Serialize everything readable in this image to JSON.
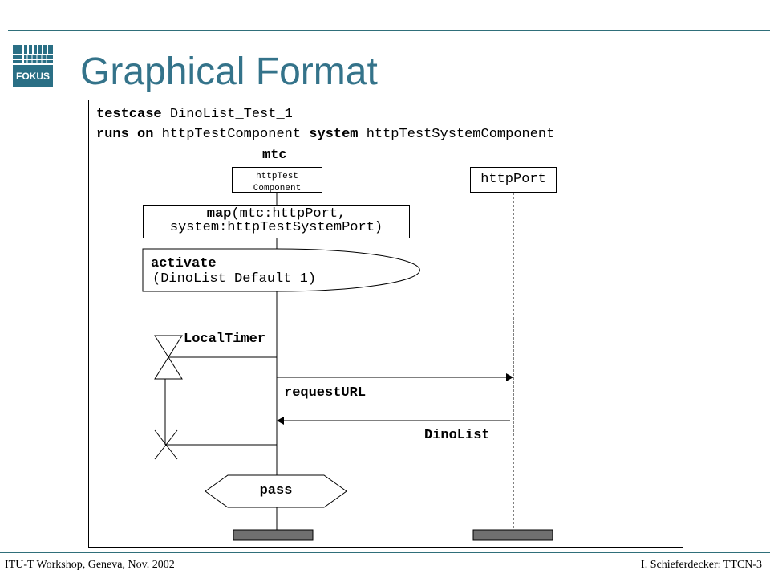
{
  "slide": {
    "title": "Graphical Format",
    "footer_left": "ITU-T Workshop, Geneva, Nov. 2002",
    "footer_right": "I. Schieferdecker: TTCN-3",
    "logo_text": "FOKUS",
    "colors": {
      "title": "#34738a",
      "logo": "#2a6f85",
      "rule": "#2f6f7a",
      "end_bar": "#707070"
    }
  },
  "testcase": {
    "kw_testcase": "testcase",
    "name": "DinoList_Test_1",
    "kw_runs_on": "runs on",
    "component": "httpTestComponent",
    "kw_system": "system",
    "system_component": "httpTestSystemComponent"
  },
  "instances": {
    "mtc_label": "mtc",
    "mtc_type_line1": "httpTest",
    "mtc_type_line2": "Component",
    "port_label": "httpPort"
  },
  "map": {
    "kw": "map",
    "line1_rest": "(mtc:httpPort,",
    "line2": "system:httpTestSystemPort)"
  },
  "activate": {
    "kw": "activate",
    "arg": "(DinoList_Default_1)"
  },
  "timer": {
    "name": "LocalTimer"
  },
  "messages": [
    {
      "name": "requestURL",
      "direction": "out"
    },
    {
      "name": "DinoList",
      "direction": "in"
    }
  ],
  "verdict": {
    "value": "pass"
  }
}
